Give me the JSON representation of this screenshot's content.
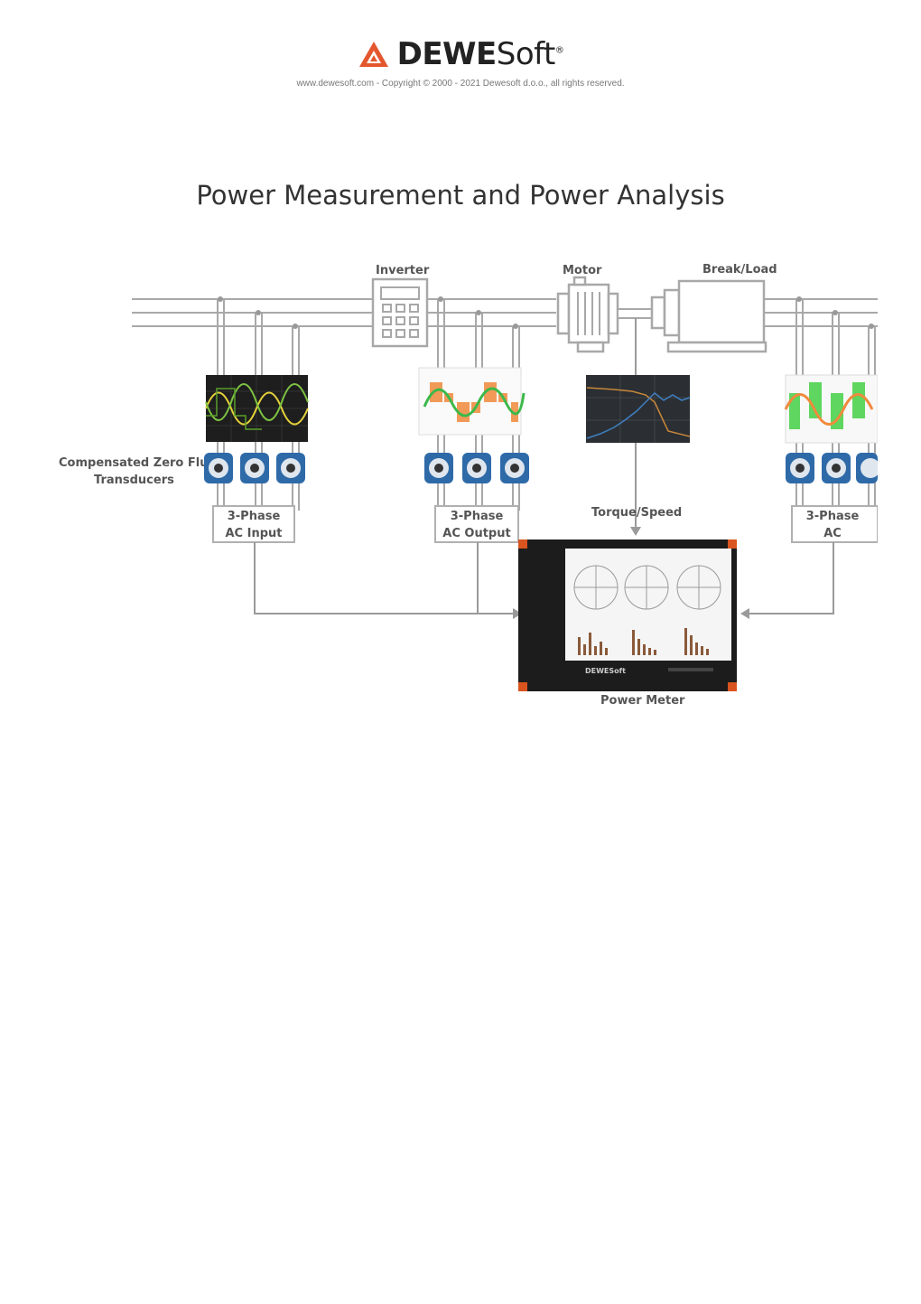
{
  "header": {
    "brand_bold": "DEWE",
    "brand_light": "Soft",
    "brand_mark": "®",
    "copyright": "www.dewesoft.com - Copyright © 2000 - 2021 Dewesoft d.o.o., all rights reserved."
  },
  "page_title": "Power Measurement and Power Analysis",
  "diagram": {
    "labels": {
      "inverter": "Inverter",
      "motor": "Motor",
      "break_load": "Break/Load",
      "transducers_line1": "Compensated Zero Flux",
      "transducers_line2": "Transducers",
      "torque_speed": "Torque/Speed",
      "power_meter": "Power Meter"
    },
    "boxes": [
      {
        "line1": "3-Phase",
        "line2": "AC Input"
      },
      {
        "line1": "3-Phase",
        "line2": "AC Output"
      },
      {
        "line1": "3-Phase",
        "line2": "AC"
      }
    ],
    "device_brand": "DEWESoft"
  },
  "colors": {
    "logo_orange": "#e4572e",
    "wire": "#a8a8a8",
    "scope_green": "#7ec342",
    "scope_yellow": "#e6d23a",
    "pwm_orange": "#f08a3c",
    "torque_blue": "#3f7fc4",
    "device_body": "#1c1c1c",
    "device_accent": "#d9541e"
  }
}
